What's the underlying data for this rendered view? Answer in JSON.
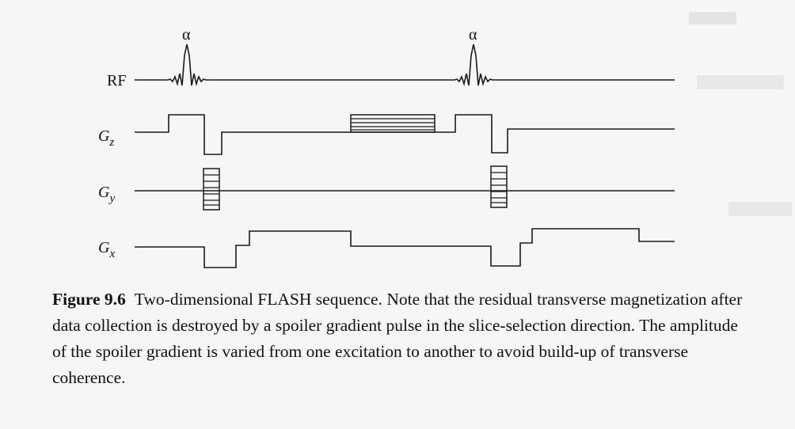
{
  "diagram": {
    "alpha_label": "α",
    "rows": [
      {
        "id": "rf",
        "name": "RF",
        "sub": ""
      },
      {
        "id": "gz",
        "name": "G",
        "sub": "z"
      },
      {
        "id": "gy",
        "name": "G",
        "sub": "y"
      },
      {
        "id": "gx",
        "name": "G",
        "sub": "x"
      }
    ]
  },
  "caption": {
    "figure_number": "Figure 9.6",
    "text": "Two-dimensional FLASH sequence. Note that the residual transverse magnetization after data collection is destroyed by a spoiler gradient pulse in the slice-selection direction. The amplitude of the spoiler gradient is varied from one excitation to another to avoid build-up of transverse coherence."
  }
}
